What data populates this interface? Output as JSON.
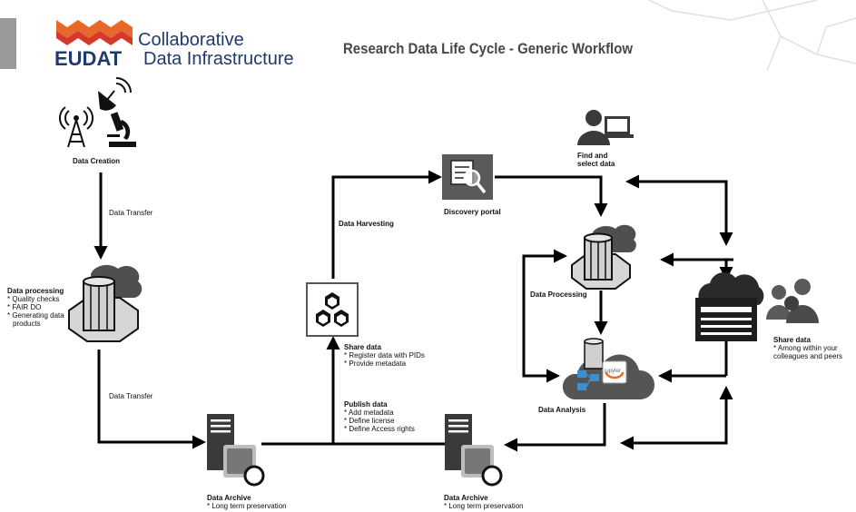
{
  "header": {
    "logo_line1": "Collaborative",
    "logo_brand": "EUDAT",
    "logo_line2": "Data Infrastructure",
    "title": "Research Data Life Cycle - Generic Workflow"
  },
  "nodes": {
    "data_creation": "Data Creation",
    "data_processing_title": "Data processing",
    "data_processing_items": [
      "* Quality checks",
      "* FAIR DO",
      "* Generating data",
      "  products"
    ],
    "data_archive_1_title": "Data Archive",
    "data_archive_1_note": "* Long term preservation",
    "share_data_mid_title": "Share data",
    "share_data_mid_items": [
      "* Register data with PIDs",
      "* Provide metadata"
    ],
    "publish_data_title": "Publish data",
    "publish_data_items": [
      "* Add metadata",
      "* Define license",
      "* Define Access rights"
    ],
    "data_archive_2_title": "Data Archive",
    "data_archive_2_note": "* Long term preservation",
    "discovery_portal": "Discovery portal",
    "find_select_line1": "Find and",
    "find_select_line2": "select data",
    "data_processing_right": "Data Processing",
    "data_analysis": "Data Analysis",
    "jupyter_label": "jupyter",
    "share_data_right_title": "Share data",
    "share_data_right_items": [
      "* Among within your",
      "colleagues and peers"
    ]
  },
  "edges": {
    "transfer_1": "Data Transfer",
    "transfer_2": "Data Transfer",
    "harvesting": "Data Harvesting"
  },
  "colors": {
    "logo_blue": "#1f3a6b",
    "logo_orange": "#e8682a",
    "logo_red": "#d33a2c",
    "icon_gray": "#cfcfcf",
    "icon_dark": "#3a3a3a",
    "cloud_gray": "#4f4f4f",
    "portal_bg": "#5a5a5a",
    "accent_blue": "#3d8fd0"
  }
}
